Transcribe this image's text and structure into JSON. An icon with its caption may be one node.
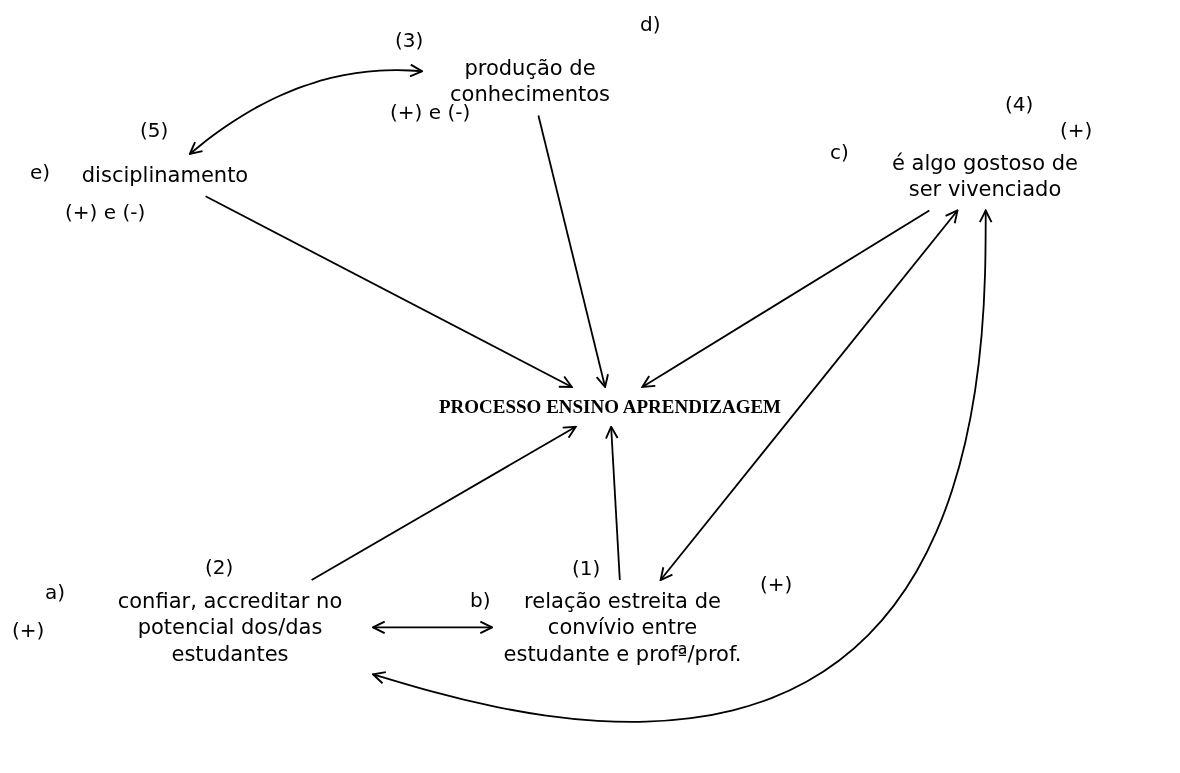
{
  "diagram": {
    "nodes": [
      {
        "text": [
          "PROCESSO ENSINO APRENDIZAGEM"
        ]
      },
      {
        "text": [
          "produção de conhecimentos"
        ],
        "beside": [
          "(3)",
          "d)",
          "(+) e (-)"
        ]
      },
      {
        "text": [
          "disciplinamento"
        ],
        "beside": [
          "(5)",
          "e)",
          "(+) e (-)"
        ]
      },
      {
        "text": [
          "é algo gostoso de ser vivenciado"
        ],
        "beside": [
          "c)",
          "(4)",
          "(+)"
        ]
      },
      {
        "text": [
          "confiar, accreditar no potencial dos/das estudantes"
        ],
        "beside": [
          "a)",
          "(2)",
          "(+)"
        ]
      },
      {
        "text": [
          "relação estreita de convívio entre estudante e profª/prof."
        ],
        "beside": [
          "b)",
          "(1)",
          "(+)"
        ]
      }
    ],
    "edges": [
      {
        "from": 1,
        "to": 0,
        "arrow": "to"
      },
      {
        "from": 2,
        "to": 0,
        "arrow": "to"
      },
      {
        "from": 3,
        "to": 0,
        "arrow": "to"
      },
      {
        "from": 4,
        "to": 0,
        "arrow": "to"
      },
      {
        "from": 5,
        "to": 0,
        "arrow": "to"
      },
      {
        "from": 2,
        "to": 1,
        "arrow": "both"
      },
      {
        "from": 3,
        "to": 5,
        "arrow": "both"
      },
      {
        "from": 4,
        "to": 5,
        "arrow": "both"
      },
      {
        "from": 3,
        "to": 4,
        "arrow": "both"
      }
    ]
  }
}
